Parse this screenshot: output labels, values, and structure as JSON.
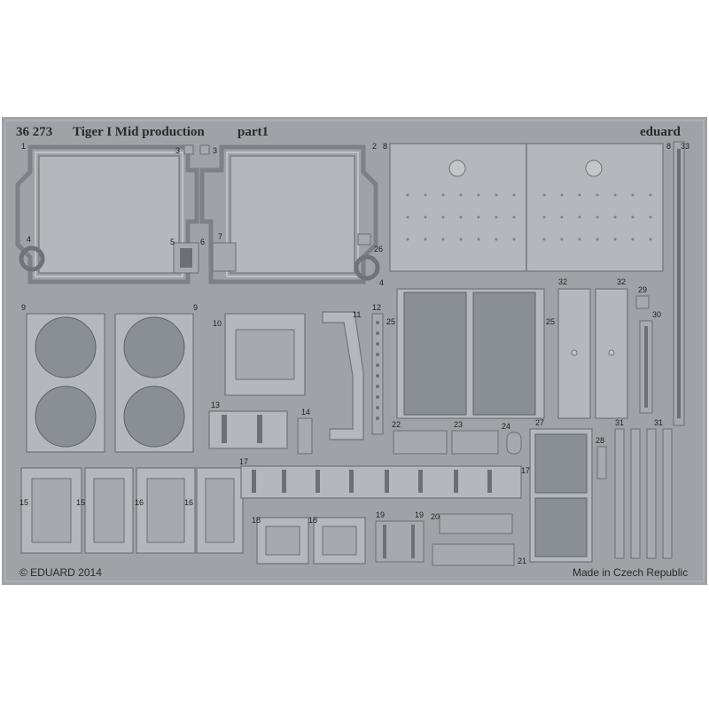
{
  "sheet": {
    "code": "36 273",
    "title": "Tiger I Mid production",
    "part": "part1",
    "brand": "eduard",
    "copyright": "© EDUARD 2014",
    "origin": "Made in Czech Republic"
  },
  "part_numbers": {
    "p1": "1",
    "p2": "2",
    "p3a": "3",
    "p3b": "3",
    "p4a": "4",
    "p4b": "4",
    "p5": "5",
    "p6": "6",
    "p7": "7",
    "p8": "8",
    "p8b": "8",
    "p9a": "9",
    "p9b": "9",
    "p10": "10",
    "p11": "11",
    "p12": "12",
    "p13": "13",
    "p14": "14",
    "p15a": "15",
    "p15b": "15",
    "p16a": "16",
    "p16b": "16",
    "p17a": "17",
    "p17b": "17",
    "p18a": "18",
    "p18b": "18",
    "p19a": "19",
    "p19b": "19",
    "p20": "20",
    "p21": "21",
    "p22": "22",
    "p23": "23",
    "p24": "24",
    "p25a": "25",
    "p25b": "25",
    "p26": "26",
    "p27": "27",
    "p28": "28",
    "p29": "29",
    "p30": "30",
    "p31a": "31",
    "p31b": "31",
    "p32a": "32",
    "p32b": "32",
    "p33": "33"
  },
  "colors": {
    "fret": "#9fa3a7",
    "etched_part": "#b4b8bc",
    "outline": "#6f7478"
  }
}
